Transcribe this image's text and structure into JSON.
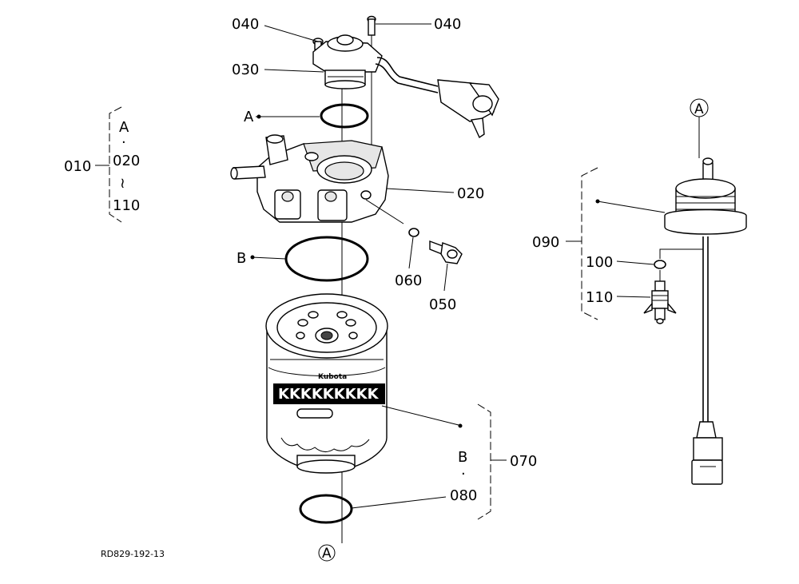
{
  "drawing_code": "RD829-192-13",
  "brand_text": "Kubota",
  "ref_markers": {
    "a": "A",
    "b": "B",
    "dot": "·",
    "tilde": "≀"
  },
  "callouts": {
    "p010": "010",
    "p020": "020",
    "p030": "030",
    "p040": "040",
    "p050": "050",
    "p060": "060",
    "p070": "070",
    "p080": "080",
    "p090": "090",
    "p100": "100",
    "p110": "110"
  },
  "groups": {
    "g010": {
      "top": "A",
      "dot": "·",
      "mid": "020",
      "tilde": "≀",
      "bottom": "110"
    },
    "g070": {
      "top": "B",
      "dot": "·",
      "bottom": "080"
    }
  }
}
